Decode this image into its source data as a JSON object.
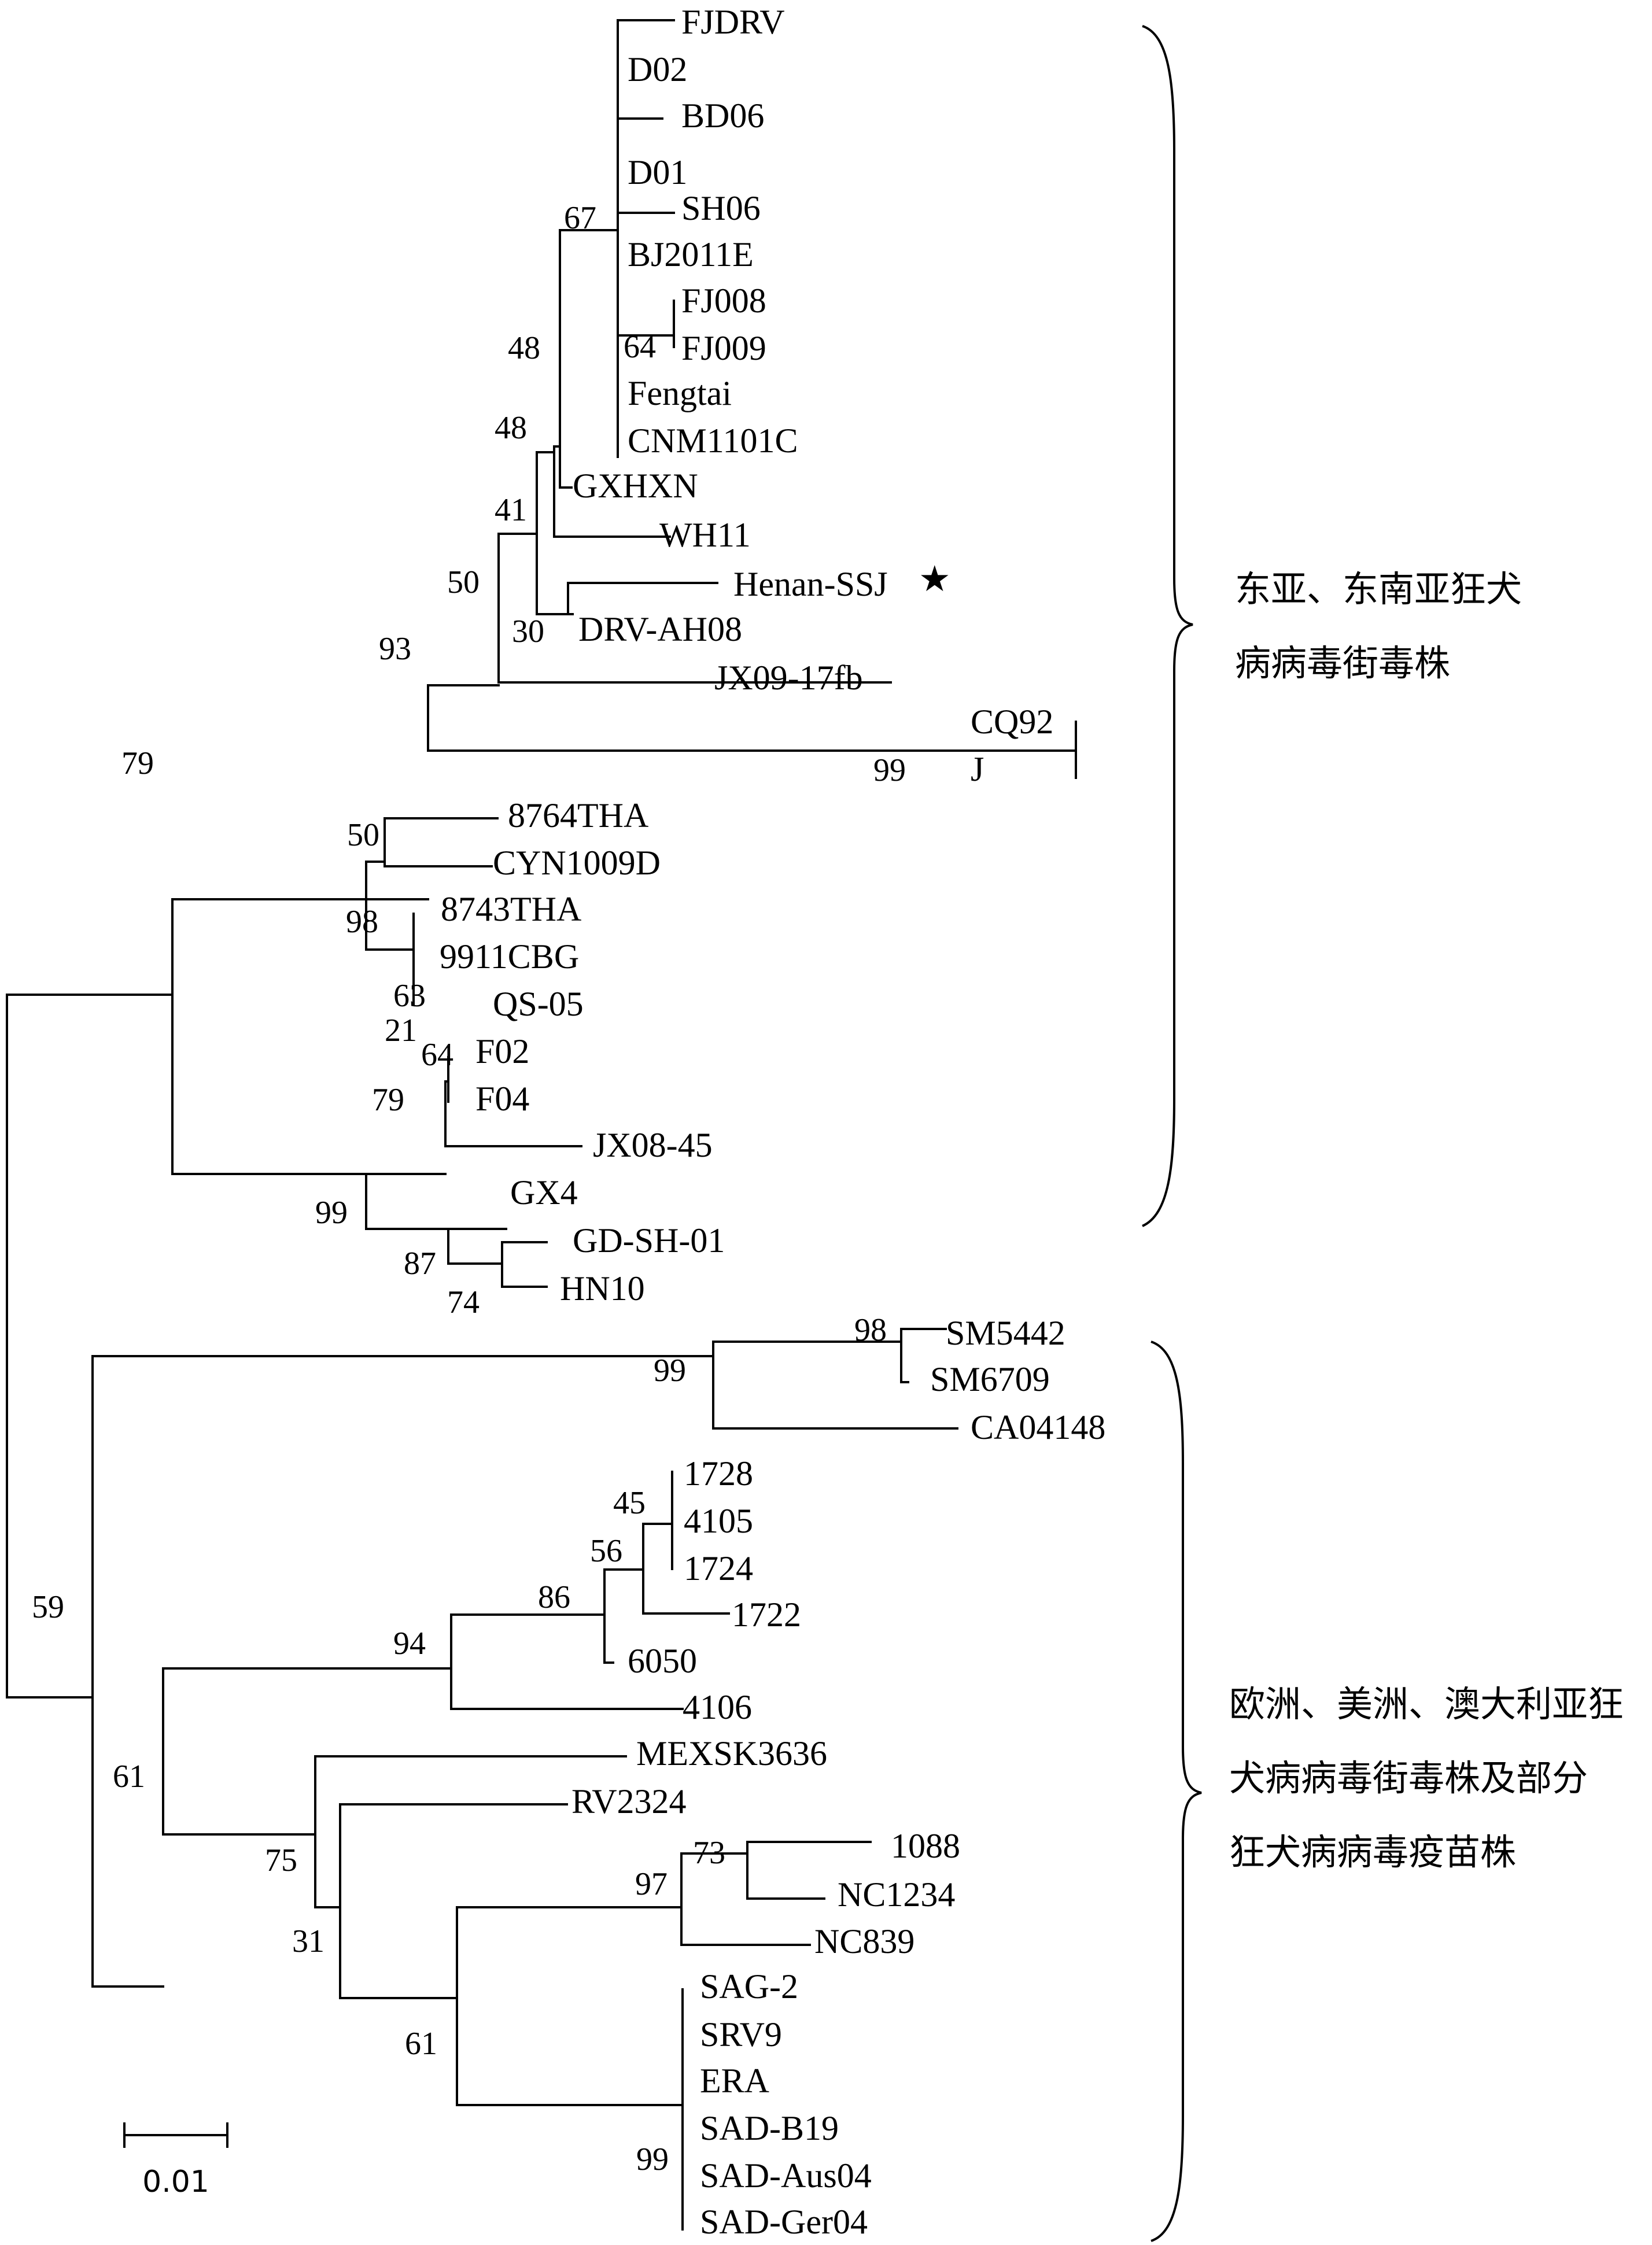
{
  "tree": {
    "taxa": [
      "FJDRV",
      "D02",
      "BD06",
      "D01",
      "SH06",
      "BJ2011E",
      "FJ008",
      "FJ009",
      "Fengtai",
      "CNM1101C",
      "GXHXN",
      "WH11",
      "Henan-SSJ",
      "DRV-AH08",
      "JX09-17fb",
      "CQ92",
      "J",
      "8764THA",
      "CYN1009D",
      "8743THA",
      "9911CBG",
      "QS-05",
      "F02",
      "F04",
      "JX08-45",
      "GX4",
      "GD-SH-01",
      "HN10",
      "SM5442",
      "SM6709",
      "CA04148",
      "1728",
      "4105",
      "1724",
      "1722",
      "6050",
      "4106",
      "MEXSK3636",
      "RV2324",
      "1088",
      "NC1234",
      "NC839",
      "SAG-2",
      "SRV9",
      "ERA",
      "SAD-B19",
      "SAD-Aus04",
      "SAD-Ger04"
    ],
    "bootstrap": [
      "67",
      "64",
      "48",
      "48",
      "41",
      "50",
      "30",
      "93",
      "99",
      "79",
      "50",
      "98",
      "63",
      "21",
      "64",
      "79",
      "99",
      "87",
      "74",
      "98",
      "99",
      "45",
      "56",
      "86",
      "94",
      "59",
      "61",
      "75",
      "31",
      "97",
      "73",
      "61",
      "99"
    ],
    "marked_taxon": "Henan-SSJ",
    "marker_symbol": "★"
  },
  "scale_bar": {
    "label": "0.01",
    "value": 0.01
  },
  "clades": [
    {
      "lines": [
        "东亚、东南亚狂犬",
        "病病毒街毒株"
      ]
    },
    {
      "lines": [
        "欧洲、美洲、澳大利亚狂",
        "犬病病毒街毒株及部分",
        "狂犬病病毒疫苗株"
      ]
    }
  ],
  "colors": {
    "ink": "#000000",
    "background": "#ffffff"
  }
}
